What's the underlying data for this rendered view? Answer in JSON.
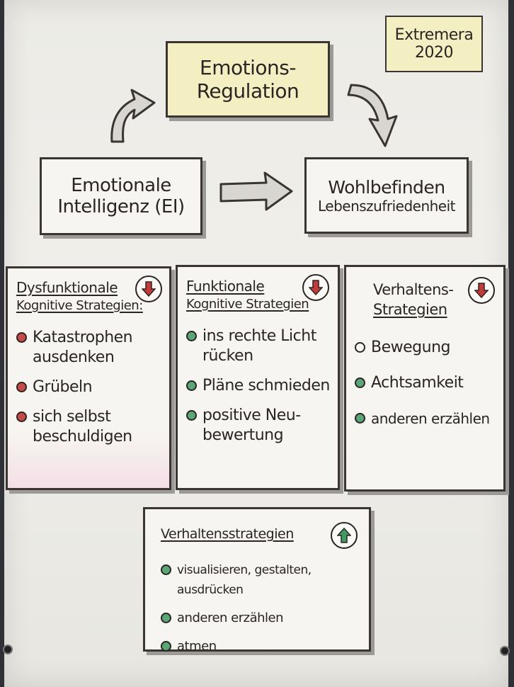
{
  "author_note": [
    "Extremera",
    "2020"
  ],
  "top_box": [
    "Emotions-",
    "Regulation"
  ],
  "left_box": [
    "Emotionale",
    "Intelligenz (EI)"
  ],
  "right_box": [
    "Wohlbefinden",
    "Lebenszufriedenheit"
  ],
  "panels": [
    {
      "title": [
        "Dysfunktionale",
        "Kognitive Strategien:"
      ],
      "arrow": "down",
      "bullet_color": "red",
      "items": [
        "Katastrophen ausdenken",
        "Grübeln",
        "sich selbst beschuldigen"
      ]
    },
    {
      "title": [
        "Funktionale",
        "Kognitive Strategien"
      ],
      "arrow": "down",
      "bullet_color": "green",
      "items": [
        "ins rechte Licht rücken",
        "Pläne schmieden",
        "positive Neu-bewertung"
      ]
    },
    {
      "title": [
        "Verhaltens-",
        "Strategien"
      ],
      "arrow": "down",
      "bullet_color": "green",
      "items": [
        "Bewegung",
        "Achtsamkeit",
        "anderen erzählen"
      ]
    }
  ],
  "bottom_box": {
    "title": "Verhaltensstrategien",
    "arrow": "up",
    "bullet_color": "green",
    "items": [
      "visualisieren, gestalten, ausdrücken",
      "anderen erzählen",
      "atmen"
    ]
  },
  "colors": {
    "red_dot": "#c84a48",
    "green_dot": "#5aa677",
    "box_yellow": "#f3efc3",
    "arrow_red": "#c43a3a",
    "arrow_green": "#3f9a63"
  },
  "icons": [
    "arrow-down-icon",
    "arrow-up-icon",
    "curved-arrow-icon",
    "right-arrow-icon"
  ]
}
